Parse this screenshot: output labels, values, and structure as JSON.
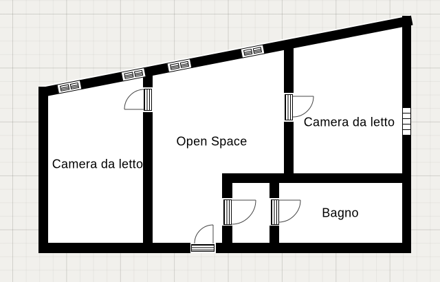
{
  "rooms": [
    {
      "id": "bedroom-left",
      "label": "Camera da letto"
    },
    {
      "id": "open-space",
      "label": "Open Space"
    },
    {
      "id": "bedroom-right",
      "label": "Camera da letto"
    },
    {
      "id": "bathroom",
      "label": "Bagno"
    }
  ],
  "colors": {
    "wall": "#000000",
    "floor": "#ffffff",
    "background": "#f1f0ec",
    "grid_minor": "#e8e7e2",
    "grid_major": "#dcdbd6",
    "door_swing": "#444444"
  }
}
